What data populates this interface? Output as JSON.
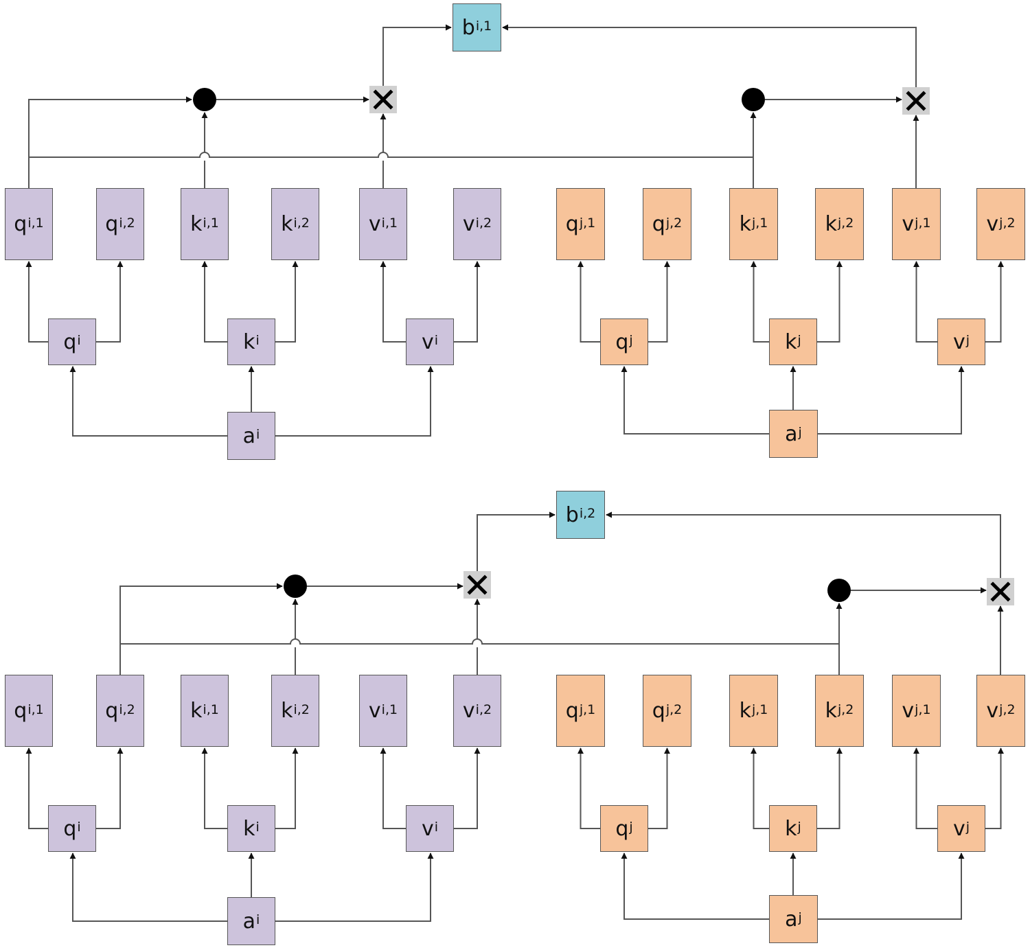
{
  "diagrams": [
    {
      "output": {
        "base": "b",
        "sup": "i,1"
      },
      "i_heads": [
        {
          "base": "q",
          "sup": "i,1"
        },
        {
          "base": "q",
          "sup": "i,2"
        },
        {
          "base": "k",
          "sup": "i,1"
        },
        {
          "base": "k",
          "sup": "i,2"
        },
        {
          "base": "v",
          "sup": "i,1"
        },
        {
          "base": "v",
          "sup": "i,2"
        }
      ],
      "j_heads": [
        {
          "base": "q",
          "sup": "j,1"
        },
        {
          "base": "q",
          "sup": "j,2"
        },
        {
          "base": "k",
          "sup": "j,1"
        },
        {
          "base": "k",
          "sup": "j,2"
        },
        {
          "base": "v",
          "sup": "j,1"
        },
        {
          "base": "v",
          "sup": "j,2"
        }
      ],
      "i_mid": [
        {
          "base": "q",
          "sup": "i"
        },
        {
          "base": "k",
          "sup": "i"
        },
        {
          "base": "v",
          "sup": "i"
        }
      ],
      "j_mid": [
        {
          "base": "q",
          "sup": "j"
        },
        {
          "base": "k",
          "sup": "j"
        },
        {
          "base": "v",
          "sup": "j"
        }
      ],
      "i_input": {
        "base": "a",
        "sup": "i"
      },
      "j_input": {
        "base": "a",
        "sup": "j"
      }
    },
    {
      "output": {
        "base": "b",
        "sup": "i,2"
      },
      "i_heads": [
        {
          "base": "q",
          "sup": "i,1"
        },
        {
          "base": "q",
          "sup": "i,2"
        },
        {
          "base": "k",
          "sup": "i,1"
        },
        {
          "base": "k",
          "sup": "i,2"
        },
        {
          "base": "v",
          "sup": "i,1"
        },
        {
          "base": "v",
          "sup": "i,2"
        }
      ],
      "j_heads": [
        {
          "base": "q",
          "sup": "j,1"
        },
        {
          "base": "q",
          "sup": "j,2"
        },
        {
          "base": "k",
          "sup": "j,1"
        },
        {
          "base": "k",
          "sup": "j,2"
        },
        {
          "base": "v",
          "sup": "j,1"
        },
        {
          "base": "v",
          "sup": "j,2"
        }
      ],
      "i_mid": [
        {
          "base": "q",
          "sup": "i"
        },
        {
          "base": "k",
          "sup": "i"
        },
        {
          "base": "v",
          "sup": "i"
        }
      ],
      "j_mid": [
        {
          "base": "q",
          "sup": "j"
        },
        {
          "base": "k",
          "sup": "j"
        },
        {
          "base": "v",
          "sup": "j"
        }
      ],
      "i_input": {
        "base": "a",
        "sup": "i"
      },
      "j_input": {
        "base": "a",
        "sup": "j"
      }
    }
  ],
  "colors": {
    "token_i": "#cdc3dc",
    "token_j": "#f7c39a",
    "output": "#8fcfdc",
    "multiply": "#d0d0d0",
    "wire": "#555555"
  },
  "icons": {
    "dot_product": "filled-circle-icon",
    "multiply": "cross-icon"
  }
}
